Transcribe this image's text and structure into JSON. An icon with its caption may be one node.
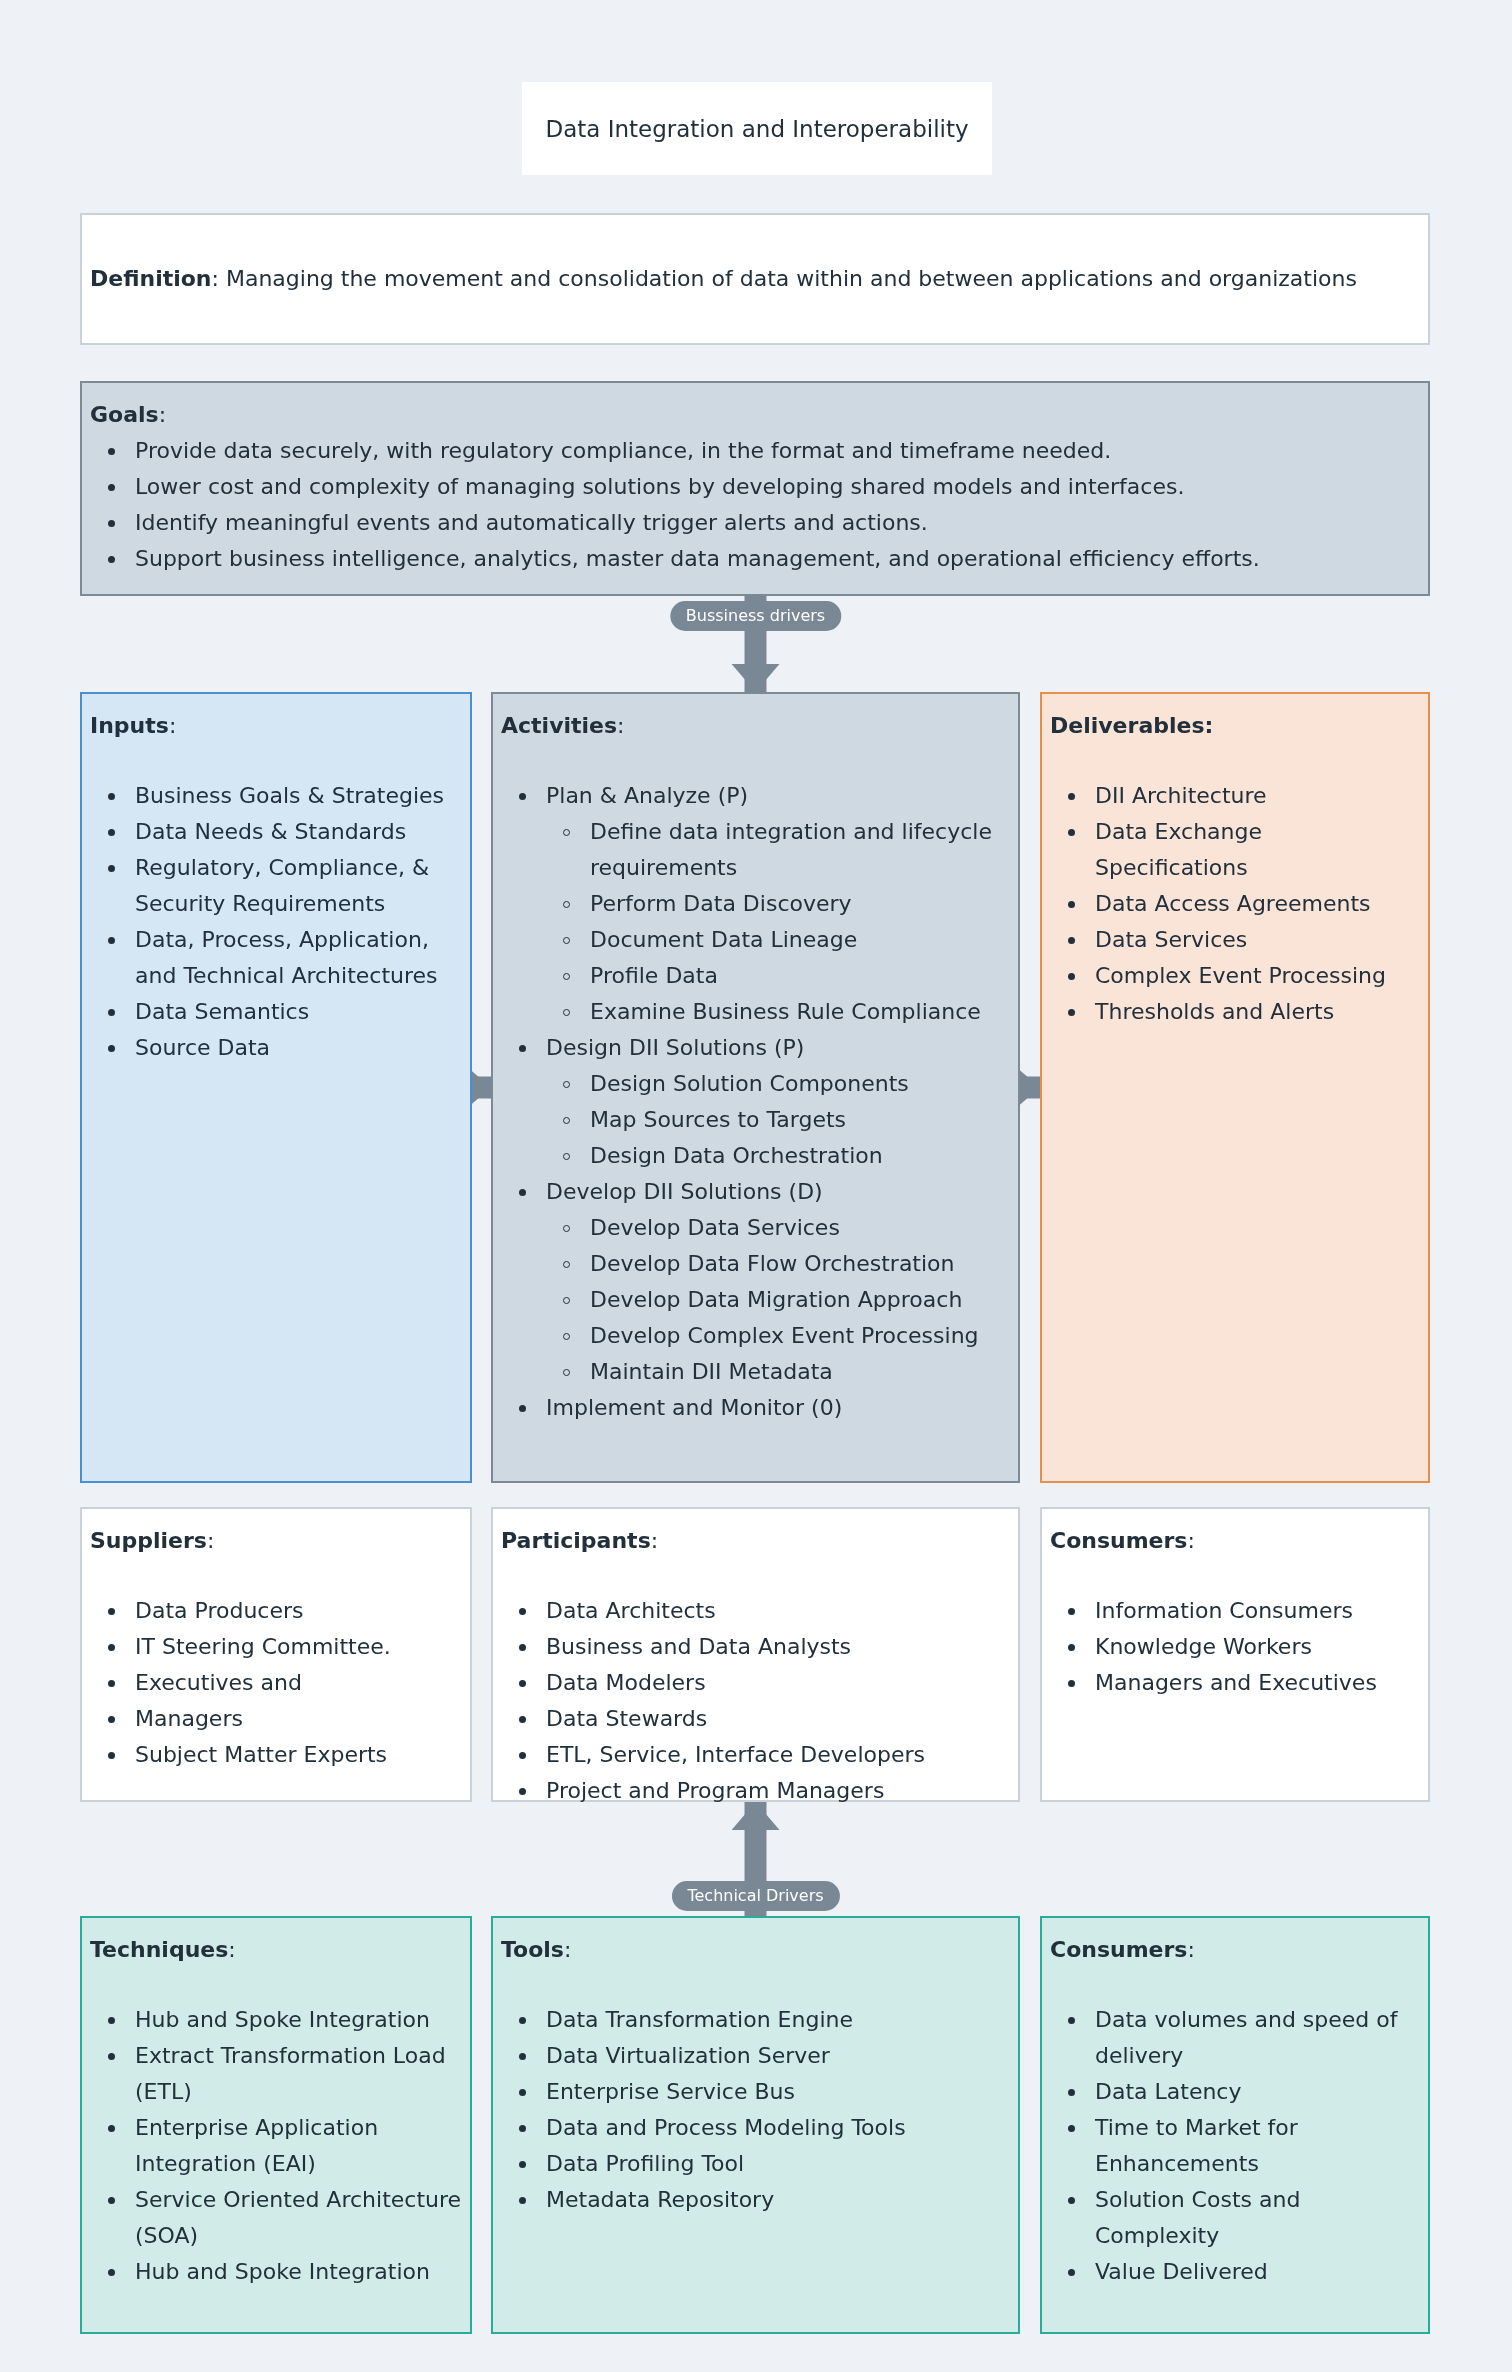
{
  "diagram": {
    "title": "Data Integration and Interoperability",
    "nodes": [
      {
        "text": [
          "**Definition**: Managing the movement and consolidation of data within and between applications and organizations"
        ]
      },
      {
        "text": [
          "**Goals**:",
          "Provide data securely, with regulatory compliance, in the format and timeframe needed.",
          "Lower cost and complexity of managing solutions by developing shared models and interfaces.",
          "Identify meaningful events and automatically trigger alerts and actions.",
          "Support business intelligence, analytics, master data management, and operational efficiency efforts."
        ]
      },
      {
        "text": [
          "**Inputs**:",
          "Business Goals & Strategies",
          "Data Needs & Standards",
          "Regulatory, Compliance, & Security Requirements",
          "Data, Process, Application, and Technical Architectures",
          "Data Semantics",
          "Source Data"
        ]
      },
      {
        "text": [
          "**Activities**:",
          "Plan & Analyze (P)",
          "Define data integration and lifecycle requirements",
          "Perform Data Discovery",
          "Document Data Lineage",
          "Profile Data",
          "Examine Business Rule Compliance",
          "Design DII Solutions (P)",
          "Design Solution Components",
          "Map Sources to Targets",
          "Design Data Orchestration",
          "Develop DII Solutions (D)",
          "Develop Data Services",
          "Develop Data Flow Orchestration",
          "Develop Data Migration Approach",
          "Develop Complex Event Processing",
          "Maintain DII Metadata",
          "Implement and Monitor (0)"
        ]
      },
      {
        "text": [
          "Deliverables:",
          "DII Architecture",
          "Data Exchange Specifications",
          "Data Access Agreements",
          "Data Services",
          "Complex Event Processing",
          "Thresholds and Alerts"
        ]
      },
      {
        "text": [
          "**Suppliers**:",
          "Data Producers",
          "IT Steering Committee.",
          "Executives and",
          "Managers",
          "Subject Matter Experts"
        ]
      },
      {
        "text": [
          "**Participants**:",
          "Data Architects",
          "Business and Data Analysts",
          "Data Modelers",
          "Data Stewards",
          "ETL, Service, Interface Developers",
          "Project and Program Managers"
        ]
      },
      {
        "text": [
          "**Consumers**:",
          "Information Consumers",
          "Knowledge Workers",
          "Managers and Executives"
        ]
      },
      {
        "text": [
          "**Techniques**:",
          "Hub and Spoke Integration",
          "Extract Transformation Load (ETL)",
          "Enterprise Application Integration (EAI)",
          "Service Oriented Architecture (SOA)",
          "Hub and Spoke Integration"
        ]
      },
      {
        "text": [
          "**Tools**:",
          "Data Transformation Engine",
          "Data Virtualization Server",
          "Enterprise Service Bus",
          "Data and Process Modeling Tools",
          "Data Profiling Tool",
          "Metadata Repository"
        ]
      },
      {
        "text": [
          "**Consumers**:",
          "Data volumes and speed of delivery",
          "Data Latency",
          "Time to Market for Enhancements",
          "Solution Costs and Complexity",
          "Value Delivered"
        ]
      }
    ],
    "edges": [
      {
        "from": 1,
        "to": 3,
        "arrow": "to",
        "label": "Bussiness drivers"
      },
      {
        "from": 2,
        "to": 3,
        "arrow": "to"
      },
      {
        "from": 3,
        "to": 4,
        "arrow": "to"
      },
      {
        "from": 9,
        "to": 6,
        "arrow": "to",
        "label": "Technical Drivers"
      }
    ]
  }
}
